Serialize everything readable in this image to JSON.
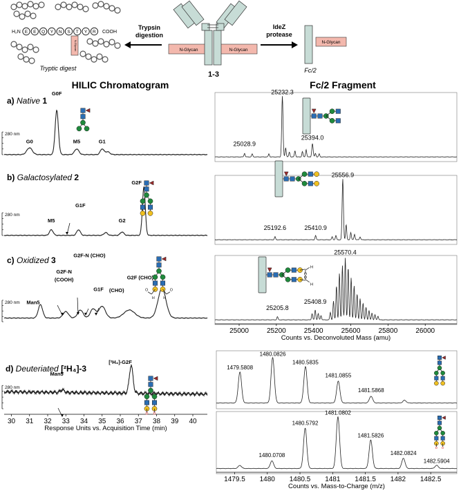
{
  "header": {
    "tryptic_caption": "Tryptic digest",
    "peptide_n": "H₂N",
    "peptide_c": "COOH",
    "peptide_residues": [
      "E",
      "E",
      "Q",
      "Y",
      "N",
      "S",
      "T",
      "Y",
      "R"
    ],
    "glycan_tag_small": "N-Glycan",
    "trypsin_label": [
      "Trypsin",
      "digestion"
    ],
    "ideZ_label": [
      "IdeZ",
      "protease"
    ],
    "antibody_glycan_left": "N-Glycan",
    "antibody_glycan_right": "N-Glycan",
    "antibody_label": "1-3",
    "fc_glycan": "N-Glycan",
    "fc_label": "Fc/2"
  },
  "titles": {
    "hilic": "HILIC Chromatogram",
    "fc2": "Fc/2 Fragment"
  },
  "panels": {
    "a_letter": "a)",
    "a_name": "Native",
    "a_num": "1",
    "b_letter": "b)",
    "b_name": "Galactosylated",
    "b_num": "2",
    "c_letter": "c)",
    "c_name": "Oxidized",
    "c_num": "3",
    "d_letter": "d)",
    "d_name": "Deuteriated",
    "d_num": "[²H₄]-3"
  },
  "colors": {
    "trace": "#222222",
    "fc_box": "#c7dcd6",
    "glycan_tag": "#f3b8ad",
    "glcnac": "#2a6db3",
    "mannose": "#1f8a3c",
    "galactose": "#f0c020",
    "fucose": "#9b2a2a",
    "deut": "#e07070"
  },
  "chart_data": [
    {
      "type": "line",
      "id": "hilic-a",
      "intensity_label": "280 nm",
      "x": [
        29.6,
        40.8
      ],
      "baseline": 0.05,
      "peaks": [
        [
          31.0,
          0.12,
          0.15
        ],
        [
          32.5,
          0.78,
          0.09
        ],
        [
          33.6,
          0.1,
          0.12
        ],
        [
          35.0,
          0.1,
          0.1
        ],
        [
          35.3,
          0.05,
          0.12
        ]
      ],
      "annotations": [
        {
          "text": "G0",
          "x": 31.0,
          "y": 0.25
        },
        {
          "text": "G0F",
          "x": 32.5,
          "y": 1.1
        },
        {
          "text": "M5",
          "x": 33.6,
          "y": 0.25
        },
        {
          "text": "G1",
          "x": 35.0,
          "y": 0.25
        }
      ]
    },
    {
      "type": "line",
      "id": "hilic-b",
      "intensity_label": "280 nm",
      "x": [
        29.6,
        40.8
      ],
      "baseline": 0.05,
      "peaks": [
        [
          32.2,
          0.1,
          0.1
        ],
        [
          33.7,
          0.1,
          0.1
        ],
        [
          35.2,
          0.05,
          0.1
        ],
        [
          36.1,
          0.06,
          0.1
        ],
        [
          37.3,
          0.85,
          0.08
        ]
      ],
      "annotations": [
        {
          "text": "M5",
          "x": 32.2,
          "y": 0.28
        },
        {
          "text": "G1F",
          "x": 33.8,
          "y": 0.55
        },
        {
          "text": "G2",
          "x": 36.1,
          "y": 0.28
        },
        {
          "text": "G2F",
          "x": 36.9,
          "y": 0.95
        }
      ]
    },
    {
      "type": "line",
      "id": "hilic-c",
      "intensity_label": "280 nm",
      "x": [
        29.6,
        40.8
      ],
      "baseline": 0.12,
      "peaks": [
        [
          31.6,
          0.25,
          0.12
        ],
        [
          33.0,
          0.12,
          0.15
        ],
        [
          33.8,
          0.15,
          0.15
        ],
        [
          34.5,
          0.17,
          0.15
        ],
        [
          35.0,
          0.22,
          0.18
        ],
        [
          36.5,
          0.15,
          0.3
        ],
        [
          38.3,
          0.55,
          0.22
        ]
      ],
      "annotations": [
        {
          "text": "Man5",
          "x": 31.2,
          "y": 0.38
        },
        {
          "text": "G2F-N",
          "x": 32.9,
          "y": 0.95
        },
        {
          "text": "(COOH)",
          "x": 32.9,
          "y": 0.8
        },
        {
          "text": "G2F-N (CHO)",
          "x": 34.3,
          "y": 1.25
        },
        {
          "text": "G1F",
          "x": 34.8,
          "y": 0.62
        },
        {
          "text": "(CHO)",
          "x": 35.8,
          "y": 0.6
        },
        {
          "text": "G2F (CHO)",
          "x": 37.1,
          "y": 0.84
        }
      ]
    },
    {
      "type": "line",
      "id": "hilic-d",
      "intensity_label": "280 nm",
      "xlabel": "Response Units vs. Acquisition Time (min)",
      "x": [
        29.6,
        40.8
      ],
      "xticks": [
        30,
        31,
        32,
        33,
        34,
        35,
        36,
        37,
        38,
        39,
        40
      ],
      "baseline": 0.3,
      "peaks": [
        [
          32.8,
          0.04,
          0.12
        ],
        [
          36.6,
          0.48,
          0.1
        ]
      ],
      "annotations": [
        {
          "text": "Man5",
          "x": 32.5,
          "y": 0.62
        },
        {
          "text": "[²H₄]-G2F",
          "x": 36.0,
          "y": 0.82
        }
      ]
    },
    {
      "type": "line",
      "id": "mass-a",
      "x": [
        24870,
        26170
      ],
      "peaks": [
        [
          25028.9,
          0.06,
          3
        ],
        [
          25070,
          0.05,
          3
        ],
        [
          25160,
          0.05,
          3
        ],
        [
          25232.3,
          1.0,
          3.5
        ],
        [
          25250,
          0.15,
          3
        ],
        [
          25270,
          0.08,
          3
        ],
        [
          25300,
          0.1,
          3
        ],
        [
          25340,
          0.09,
          3
        ],
        [
          25360,
          0.12,
          3
        ],
        [
          25394,
          0.22,
          3.5
        ],
        [
          25410,
          0.06,
          3
        ],
        [
          25430,
          0.05,
          3
        ]
      ],
      "annotations": [
        {
          "text": "25232.3",
          "x": 25232.3,
          "y": 1.05
        },
        {
          "text": "25028.9",
          "x": 25028.9,
          "y": 0.2
        },
        {
          "text": "25394.0",
          "x": 25394.0,
          "y": 0.3
        }
      ]
    },
    {
      "type": "line",
      "id": "mass-b",
      "x": [
        24870,
        26170
      ],
      "peaks": [
        [
          25192.6,
          0.05,
          3
        ],
        [
          25410.9,
          0.07,
          3
        ],
        [
          25500,
          0.05,
          3
        ],
        [
          25520,
          0.07,
          3
        ],
        [
          25556.9,
          1.0,
          3.5
        ],
        [
          25575,
          0.25,
          3
        ],
        [
          25600,
          0.12,
          3
        ],
        [
          25620,
          0.09,
          3
        ],
        [
          25650,
          0.05,
          3
        ]
      ],
      "annotations": [
        {
          "text": "25556.9",
          "x": 25556.9,
          "y": 1.05
        },
        {
          "text": "25192.6",
          "x": 25192.6,
          "y": 0.18
        },
        {
          "text": "25410.9",
          "x": 25410.9,
          "y": 0.18
        }
      ]
    },
    {
      "type": "line",
      "id": "mass-c",
      "xlabel": "Counts vs. Deconvoluted Mass (amu)",
      "x": [
        24870,
        26170
      ],
      "xticks": [
        25000,
        25200,
        25400,
        25600,
        25800,
        26000
      ],
      "peaks": [
        [
          25205.8,
          0.05,
          3
        ],
        [
          25392,
          0.1,
          3
        ],
        [
          25408.9,
          0.16,
          3
        ],
        [
          25425,
          0.1,
          3
        ],
        [
          25440,
          0.07,
          3
        ],
        [
          25490,
          0.12,
          3
        ],
        [
          25507,
          0.3,
          3
        ],
        [
          25523,
          0.55,
          3
        ],
        [
          25539,
          0.75,
          3
        ],
        [
          25555,
          0.88,
          3
        ],
        [
          25570.4,
          1.0,
          3
        ],
        [
          25586,
          0.85,
          3
        ],
        [
          25602,
          0.68,
          3
        ],
        [
          25618,
          0.55,
          3
        ],
        [
          25634,
          0.42,
          3
        ],
        [
          25650,
          0.34,
          3
        ],
        [
          25666,
          0.27,
          3
        ],
        [
          25682,
          0.2,
          3
        ],
        [
          25698,
          0.15,
          3
        ],
        [
          25714,
          0.11,
          3
        ],
        [
          25730,
          0.08,
          3
        ],
        [
          25746,
          0.06,
          3
        ]
      ],
      "annotations": [
        {
          "text": "25570.4",
          "x": 25570.4,
          "y": 1.07
        },
        {
          "text": "25205.8",
          "x": 25205.8,
          "y": 0.18
        },
        {
          "text": "25408.9",
          "x": 25408.9,
          "y": 0.28
        }
      ]
    },
    {
      "type": "line",
      "id": "mz-top",
      "x": [
        1479.22,
        1482.9
      ],
      "peaks": [
        [
          1479.5808,
          0.68,
          0.025
        ],
        [
          1480.0826,
          1.0,
          0.025
        ],
        [
          1480.5835,
          0.8,
          0.025
        ],
        [
          1481.0855,
          0.48,
          0.025
        ],
        [
          1481.5868,
          0.15,
          0.025
        ],
        [
          1482.1,
          0.06,
          0.025
        ]
      ],
      "annotations": [
        {
          "text": "1479.5808",
          "x": 1479.5808,
          "y": 0.76
        },
        {
          "text": "1480.0826",
          "x": 1480.0826,
          "y": 1.05
        },
        {
          "text": "1480.5835",
          "x": 1480.5835,
          "y": 0.87
        },
        {
          "text": "1481.0855",
          "x": 1481.0855,
          "y": 0.58
        },
        {
          "text": "1481.5868",
          "x": 1481.5868,
          "y": 0.26
        }
      ]
    },
    {
      "type": "line",
      "id": "mz-bottom",
      "xlabel": "Counts vs. Mass-to-Charge (m/z)",
      "x": [
        1479.22,
        1482.9
      ],
      "xticks": [
        1479.5,
        1480,
        1480.5,
        1481,
        1481.5,
        1482,
        1482.5
      ],
      "peaks": [
        [
          1479.58,
          0.06,
          0.025
        ],
        [
          1480.0708,
          0.15,
          0.025
        ],
        [
          1480.5792,
          0.78,
          0.025
        ],
        [
          1481.0802,
          1.0,
          0.025
        ],
        [
          1481.5826,
          0.55,
          0.025
        ],
        [
          1482.0824,
          0.2,
          0.025
        ],
        [
          1482.5904,
          0.06,
          0.025
        ]
      ],
      "annotations": [
        {
          "text": "1480.0708",
          "x": 1480.0708,
          "y": 0.24
        },
        {
          "text": "1480.5792",
          "x": 1480.5792,
          "y": 0.86
        },
        {
          "text": "1481.0802",
          "x": 1481.0802,
          "y": 1.06
        },
        {
          "text": "1481.5826",
          "x": 1481.5826,
          "y": 0.62
        },
        {
          "text": "1482.0824",
          "x": 1482.0824,
          "y": 0.28
        },
        {
          "text": "1482.5904",
          "x": 1482.5904,
          "y": 0.13
        }
      ]
    }
  ]
}
